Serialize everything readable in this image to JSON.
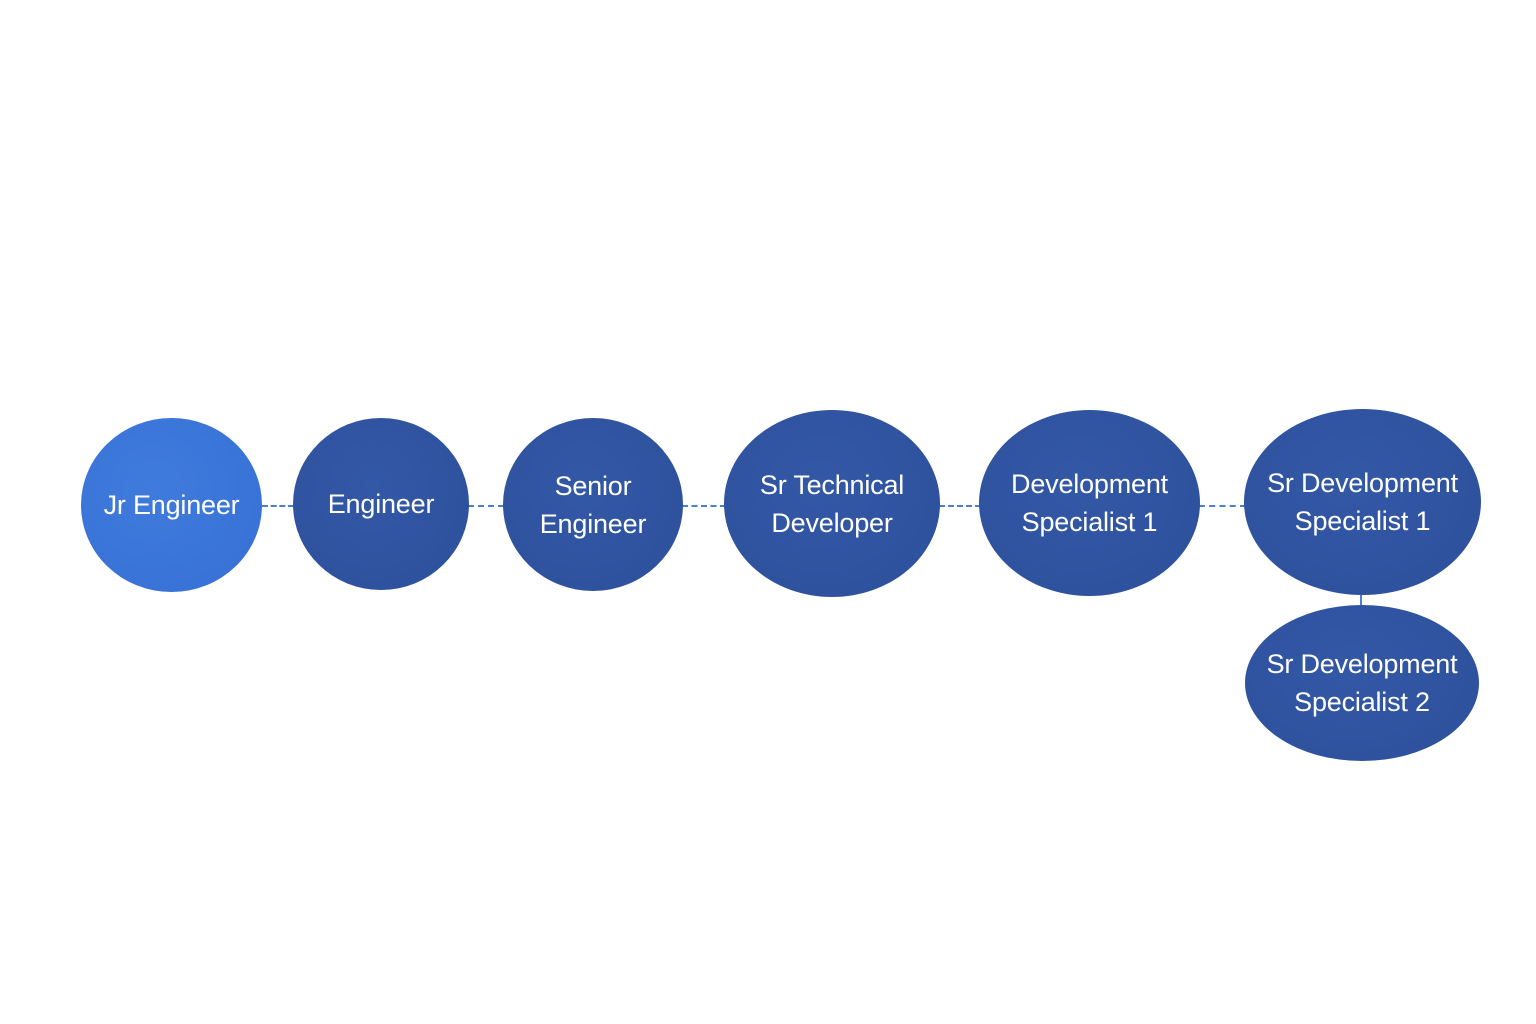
{
  "diagram": {
    "type": "career-path",
    "colors": {
      "current_node": "#3a74d8",
      "future_node": "#2f539f",
      "connector": "#4a7fd0",
      "text": "#ffffff",
      "background": "#ffffff"
    },
    "nodes": [
      {
        "id": "jr-engineer",
        "label": "Jr Engineer",
        "state": "current"
      },
      {
        "id": "engineer",
        "label": "Engineer",
        "state": "future"
      },
      {
        "id": "senior-engineer",
        "label": "Senior\nEngineer",
        "state": "future"
      },
      {
        "id": "sr-technical-developer",
        "label": "Sr Technical\nDeveloper",
        "state": "future"
      },
      {
        "id": "development-specialist-1",
        "label": "Development\nSpecialist 1",
        "state": "future"
      },
      {
        "id": "sr-development-specialist-1",
        "label": "Sr Development\nSpecialist 1",
        "state": "future"
      },
      {
        "id": "sr-development-specialist-2",
        "label": "Sr Development\nSpecialist 2",
        "state": "future"
      }
    ],
    "edges": [
      {
        "from": "jr-engineer",
        "to": "engineer",
        "style": "dashed"
      },
      {
        "from": "engineer",
        "to": "senior-engineer",
        "style": "dashed"
      },
      {
        "from": "senior-engineer",
        "to": "sr-technical-developer",
        "style": "dashed"
      },
      {
        "from": "sr-technical-developer",
        "to": "development-specialist-1",
        "style": "dashed"
      },
      {
        "from": "development-specialist-1",
        "to": "sr-development-specialist-1",
        "style": "dashed"
      },
      {
        "from": "sr-development-specialist-1",
        "to": "sr-development-specialist-2",
        "style": "dashed"
      }
    ]
  }
}
